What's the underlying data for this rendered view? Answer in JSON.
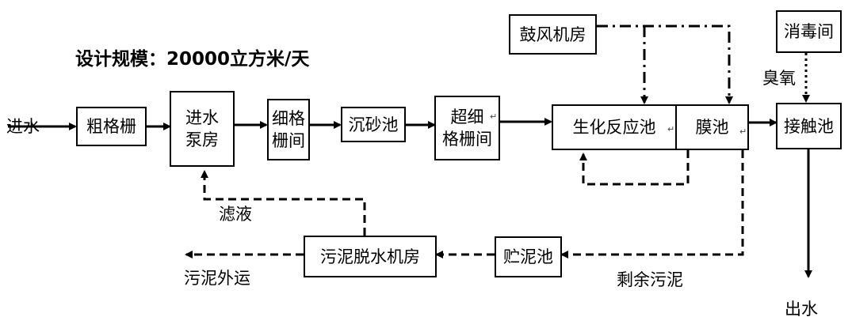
{
  "title": "设计规模：20000立方米/天",
  "nodes": {
    "coarse_screen": "粗格栅",
    "inlet_pump": "进水\n泵房",
    "fine_screen": "细格\n栅间",
    "grit_chamber": "沉砂池",
    "ultrafine_screen": "超细\n格栅间",
    "bioreactor": "生化反应池",
    "membrane_tank": "膜池",
    "contact_tank": "接触池",
    "blower_room": "鼓风机房",
    "disinfection_room": "消毒间",
    "sludge_storage": "贮泥池",
    "sludge_dewatering": "污泥脱水机房"
  },
  "labels": {
    "inflow": "进水",
    "outflow": "出水",
    "ozone": "臭氧",
    "filtrate": "滤液",
    "excess_sludge": "剩余污泥",
    "sludge_transport": "污泥外运"
  },
  "marks": {
    "return_mark": "↵"
  }
}
